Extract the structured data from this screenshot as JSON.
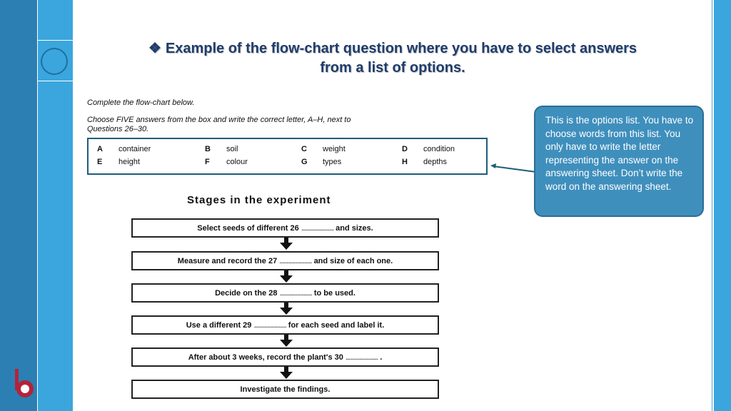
{
  "slide": {
    "title": {
      "bullet": "❖",
      "line1": "Example of the flow-chart question where you have to select answers",
      "line2": "from a list of options."
    },
    "instructions": {
      "line1": "Complete the flow-chart below.",
      "line2": "Choose FIVE answers from the box and write the correct letter, A–H, next to",
      "line3": "Questions 26–30."
    },
    "options": [
      {
        "letter": "A",
        "word": "container"
      },
      {
        "letter": "B",
        "word": "soil"
      },
      {
        "letter": "C",
        "word": "weight"
      },
      {
        "letter": "D",
        "word": "condition"
      },
      {
        "letter": "E",
        "word": "height"
      },
      {
        "letter": "F",
        "word": "colour"
      },
      {
        "letter": "G",
        "word": "types"
      },
      {
        "letter": "H",
        "word": "depths"
      }
    ],
    "stages_title": "Stages in the experiment",
    "steps": [
      {
        "pre": "Select seeds of different 26",
        "dots": "......................",
        "post": "and sizes."
      },
      {
        "pre": "Measure and record the 27",
        "dots": "......................",
        "post": "and size of each one."
      },
      {
        "pre": "Decide on the 28",
        "dots": "......................",
        "post": "to be used."
      },
      {
        "pre": "Use a different 29",
        "dots": "......................",
        "post": "for each seed and label it."
      },
      {
        "pre": "After about 3 weeks, record the plant's 30",
        "dots": "......................",
        "post": "."
      },
      {
        "pre": "Investigate the findings.",
        "dots": "",
        "post": ""
      }
    ],
    "callout": "This is the options list. You have to choose words from this list. You only have to write the letter representing the answer on the answering sheet. Don’t write the word on the answering sheet."
  },
  "colors": {
    "left_band": "#2b7fb3",
    "left_panel": "#3aa6dd",
    "title": "#1f3d6b",
    "callout_bg": "#3f8fbd",
    "box_border": "#1f5c7a"
  },
  "icons": [
    "diamond-bullet-icon",
    "arrow-down-icon",
    "logo-icon"
  ]
}
